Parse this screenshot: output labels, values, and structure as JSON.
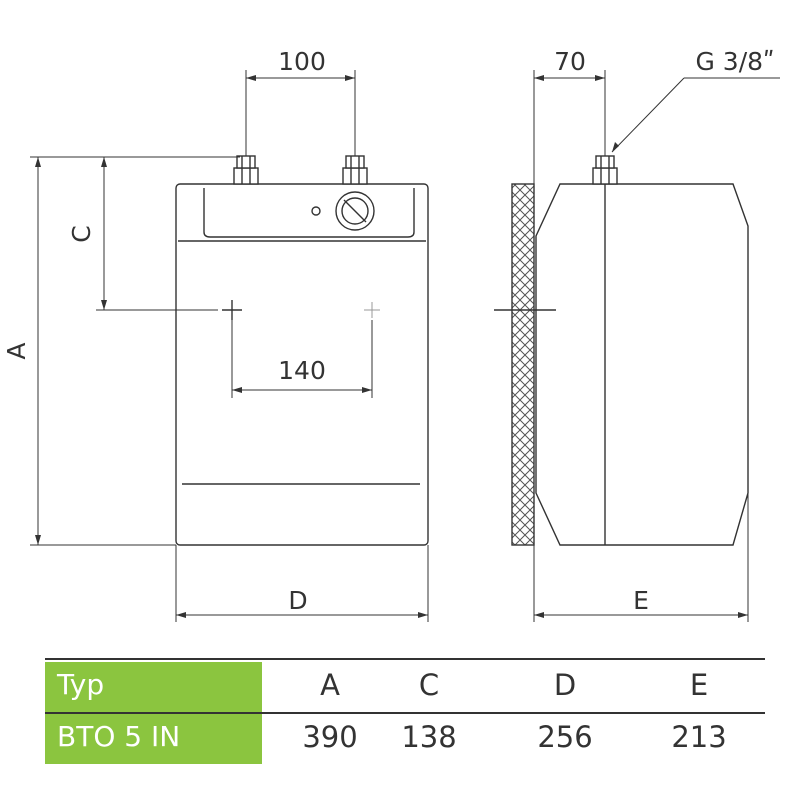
{
  "dimensions": {
    "inlet_spacing": "100",
    "side_offset": "70",
    "thread": "G 3/8ʺ",
    "mount_spacing": "140",
    "label_a": "A",
    "label_c": "C",
    "label_d": "D",
    "label_e": "E"
  },
  "table": {
    "header": [
      "Typ",
      "A",
      "C",
      "D",
      "E"
    ],
    "rows": [
      [
        "BTO 5 IN",
        "390",
        "138",
        "256",
        "213"
      ]
    ],
    "accent_color": "#8bc53f"
  }
}
